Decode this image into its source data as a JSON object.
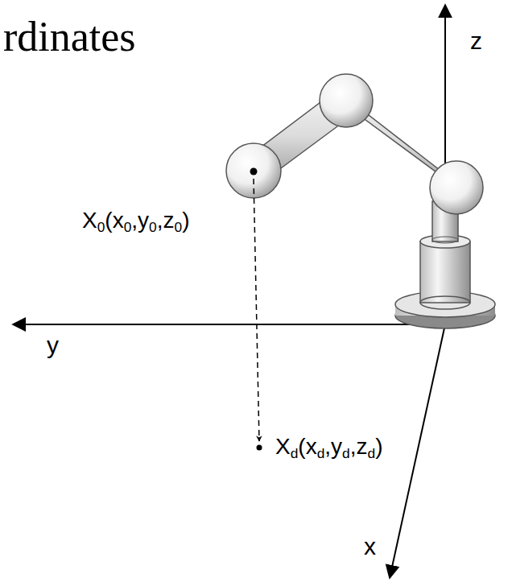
{
  "diagram": {
    "labels": [
      "rdinates",
      "z",
      "y",
      "x",
      "X0(x0,y0,z0)",
      "Xd(xd,yd,zd)"
    ]
  }
}
